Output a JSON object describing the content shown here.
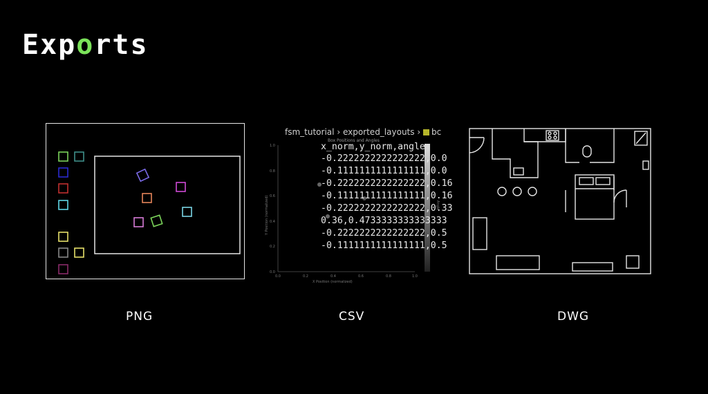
{
  "title": {
    "before": "Exp",
    "highlight": "o",
    "after": "rts",
    "highlight_color": "#7be35a"
  },
  "panels": [
    {
      "label": "PNG"
    },
    {
      "label": "CSV"
    },
    {
      "label": "DWG"
    }
  ],
  "csv": {
    "breadcrumb": {
      "folder": "fsm_tutorial",
      "subfolder": "exported_layouts",
      "file": "bc"
    },
    "header": "x_norm,y_norm,angle",
    "rows": [
      "-0.2222222222222222,0.0",
      "-0.1111111111111111,0.0",
      "-0.2222222222222222,0.16",
      "-0.1111111111111111,0.16",
      "-0.2222222222222222,0.33",
      "0.36,0.4733333333333333",
      "-0.2222222222222222,0.5",
      "-0.1111111111111111,0.5"
    ],
    "plot": {
      "title": "Box Positions and Angles",
      "xlabel": "X Position (normalized)",
      "ylabel": "Y Position (normalized)",
      "colorbar_label": "Angle",
      "xticks": [
        "0.0",
        "0.2",
        "0.4",
        "0.6",
        "0.8",
        "1.0"
      ],
      "yticks": [
        "0.0",
        "0.2",
        "0.4",
        "0.6",
        "0.8",
        "1.0"
      ]
    }
  }
}
